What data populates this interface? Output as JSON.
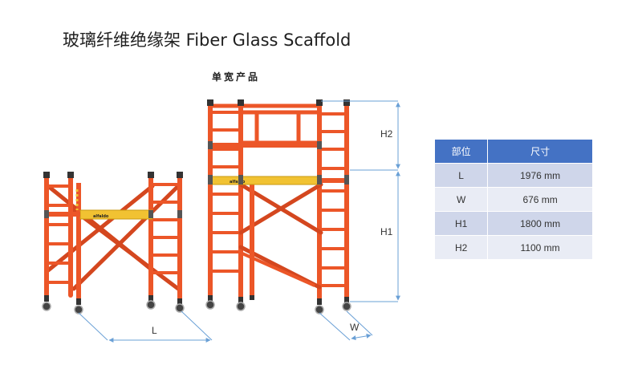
{
  "title": "玻璃纤维绝缘架 Fiber Glass Scaffold",
  "subtitle": "单宽产品",
  "dimension_labels": {
    "L": "L",
    "W": "W",
    "H1": "H1",
    "H2": "H2"
  },
  "platform_brand": "alfaldo",
  "colors": {
    "frame": "#ec5628",
    "frame_dark": "#b8341a",
    "platform": "#f1c232",
    "dimension_line": "#6aa0d6",
    "table_header": "#4472c4",
    "table_row_odd": "#cfd6ea",
    "table_row_even": "#e9ecf5"
  },
  "spec_table": {
    "headers": [
      "部位",
      "尺寸"
    ],
    "rows": [
      {
        "part": "L",
        "size": "1976 mm"
      },
      {
        "part": "W",
        "size": "676 mm"
      },
      {
        "part": "H1",
        "size": "1800 mm"
      },
      {
        "part": "H2",
        "size": "1100 mm"
      }
    ]
  }
}
